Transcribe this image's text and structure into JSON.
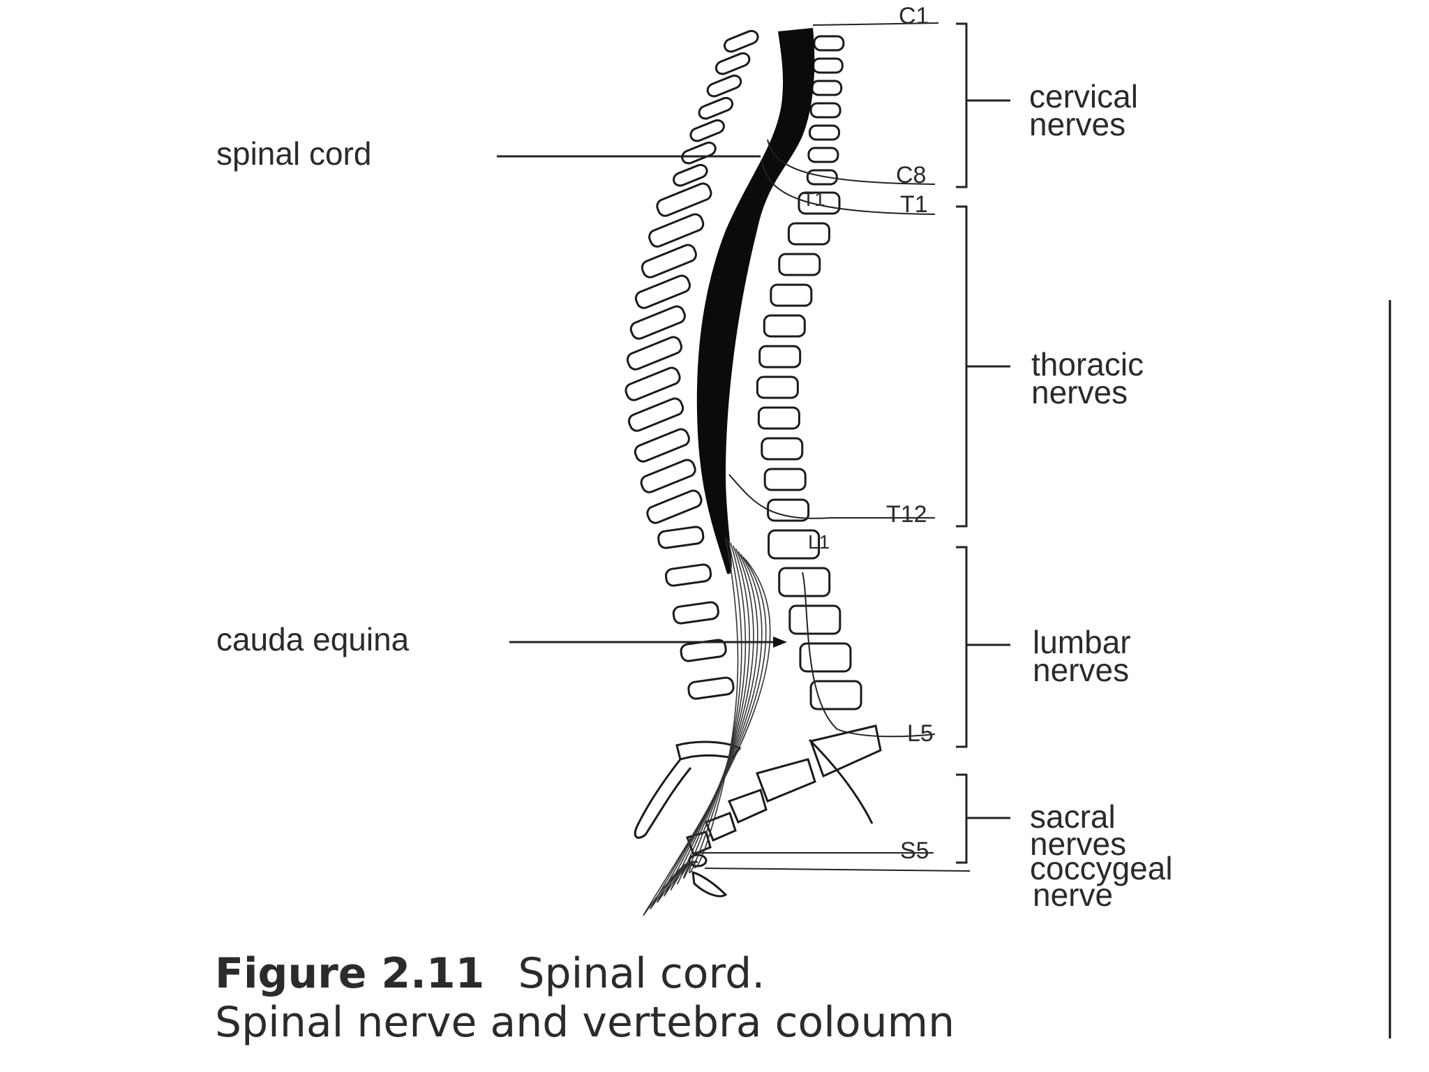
{
  "diagram": {
    "labels": {
      "spinal_cord": "spinal cord",
      "cauda_equina": "cauda equina"
    },
    "levels": {
      "c1": "C1",
      "c8": "C8",
      "t1": "T1",
      "t1_box": "T1",
      "t12": "T12",
      "l1": "L1",
      "l5": "L5",
      "s5": "S5"
    },
    "groups": {
      "cervical": [
        "cervical",
        "nerves"
      ],
      "thoracic": [
        "thoracic",
        "nerves"
      ],
      "lumbar": [
        "lumbar",
        "nerves"
      ],
      "sacral": [
        "sacral",
        "nerves"
      ],
      "coccygeal": [
        "coccygeal",
        "nerve"
      ]
    }
  },
  "caption": {
    "number": "Figure 2.11",
    "title": "Spinal cord.",
    "subtitle": "Spinal nerve and vertebra coloumn"
  },
  "colors": {
    "ink": "#1a1a1a",
    "text": "#2a2a2a",
    "background": "#ffffff"
  }
}
